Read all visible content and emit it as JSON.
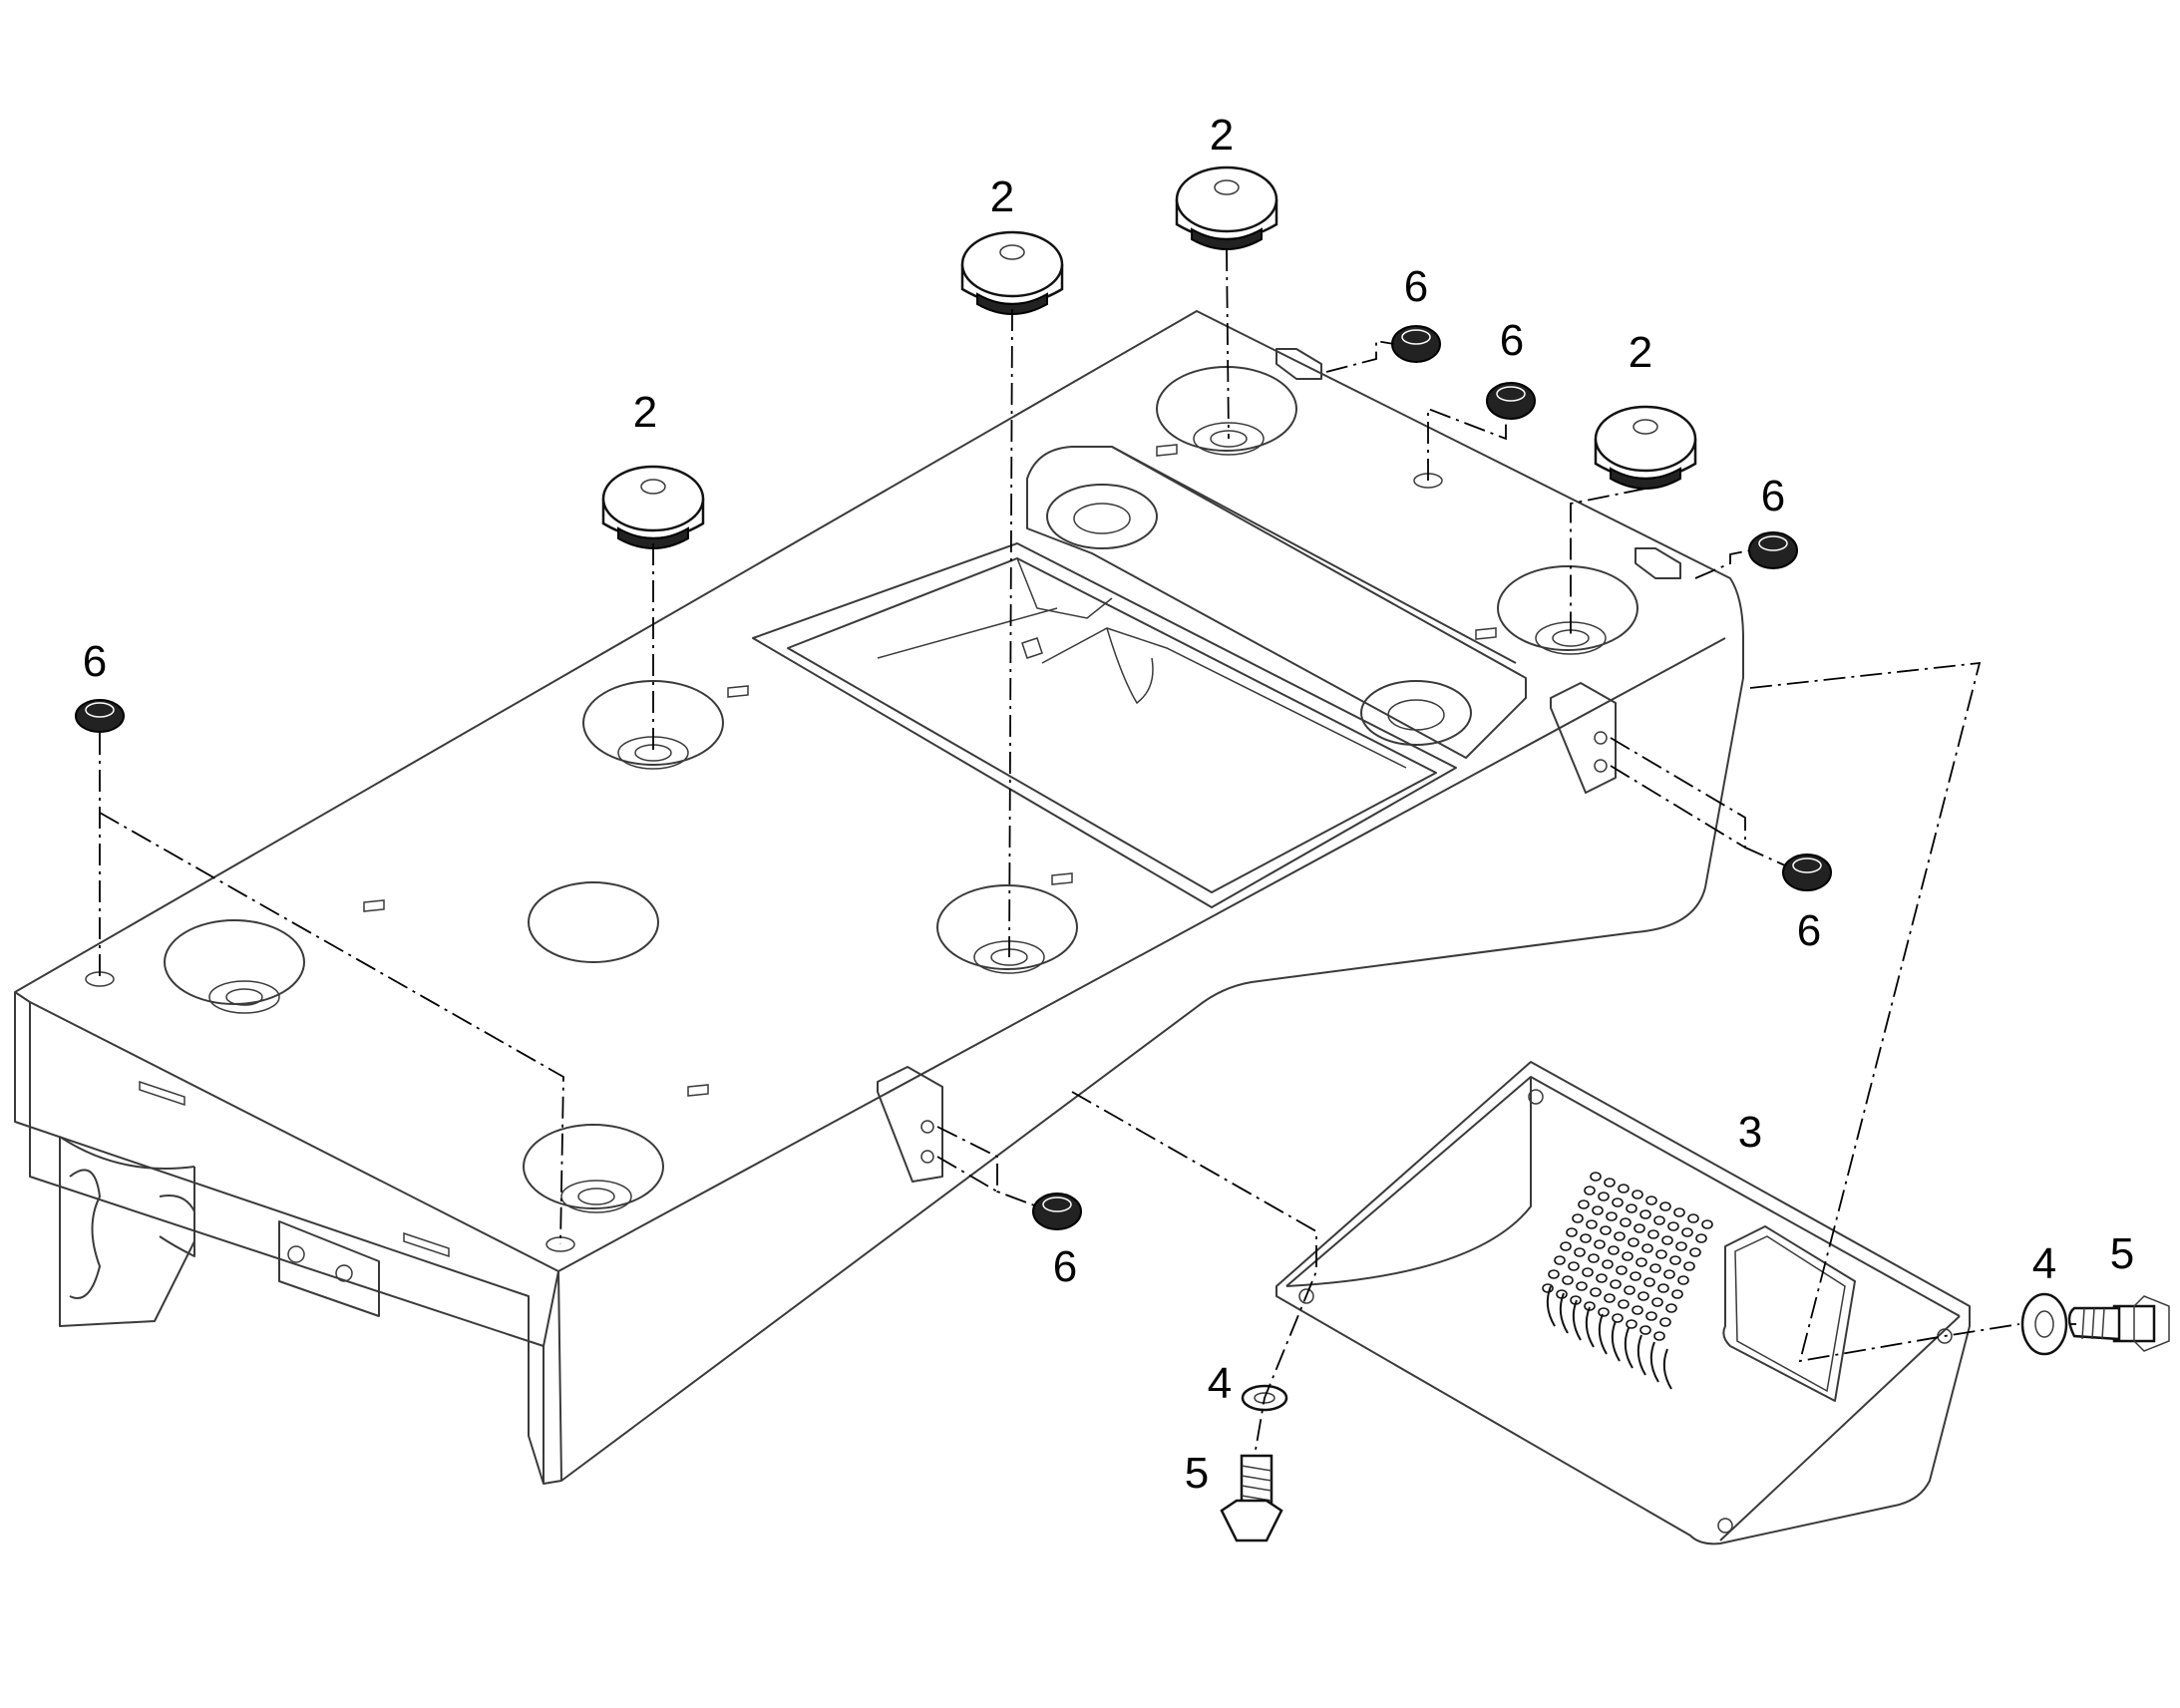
{
  "callouts": {
    "c2a": "2",
    "c2b": "2",
    "c2c": "2",
    "c2d": "2",
    "c3": "3",
    "c4a": "4",
    "c4b": "4",
    "c5a": "5",
    "c5b": "5",
    "c6a": "6",
    "c6b": "6",
    "c6c": "6",
    "c6d": "6",
    "c6e": "6",
    "c6f": "6"
  },
  "colors": {
    "line": "#3a3a3a",
    "ink": "#000000",
    "background": "#ffffff"
  }
}
